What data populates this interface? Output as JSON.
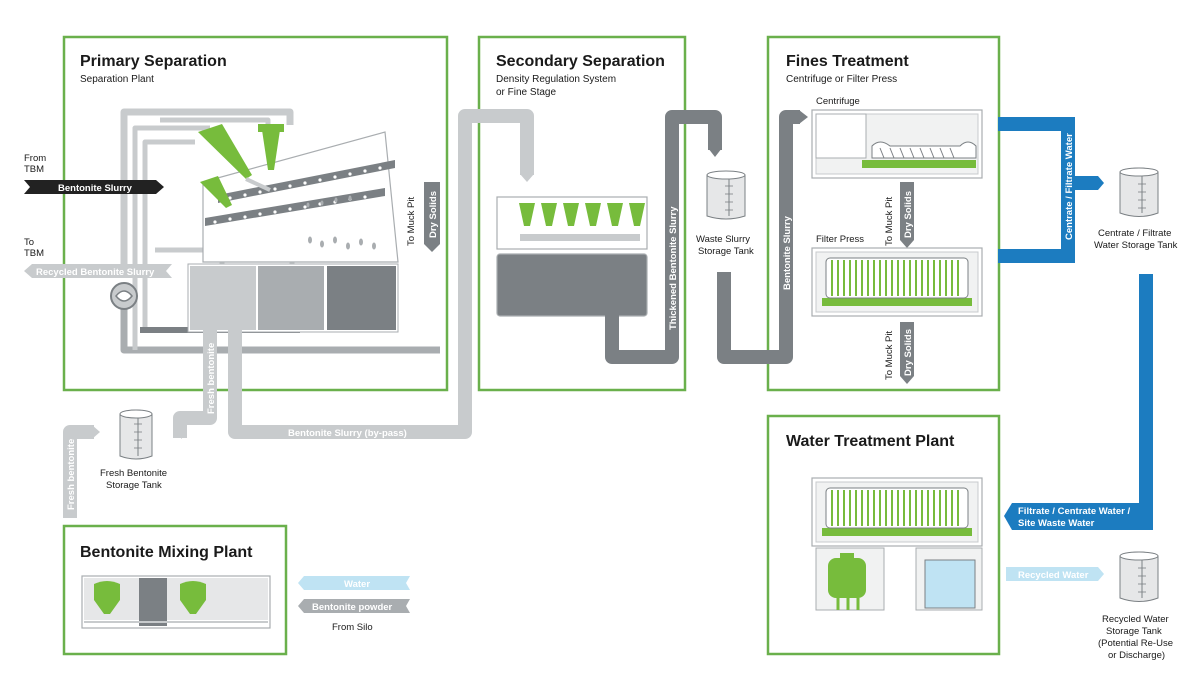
{
  "colors": {
    "box_border": "#6ab04c",
    "green": "#77bc3c",
    "pipe_light": "#c8cbcd",
    "pipe_mid": "#a9adb0",
    "pipe_dark": "#7b8084",
    "blue": "#1c7cc0",
    "light_blue": "#bfe3f3",
    "black_arrow": "#222222"
  },
  "sections": {
    "primary": {
      "title": "Primary Separation",
      "subtitle": "Separation Plant"
    },
    "secondary": {
      "title": "Secondary Separation",
      "subtitle_line1": "Density Regulation System",
      "subtitle_line2": "or Fine Stage"
    },
    "fines": {
      "title": "Fines Treatment",
      "subtitle": "Centrifuge or Filter Press",
      "centrifuge": "Centrifuge",
      "filter_press": "Filter Press"
    },
    "water": {
      "title": "Water Treatment Plant"
    },
    "mixing": {
      "title": "Bentonite Mixing Plant"
    }
  },
  "labels": {
    "from_tbm_1": "From",
    "from_tbm_2": "TBM",
    "to_tbm_1": "To",
    "to_tbm_2": "TBM",
    "bentonite_slurry": "Bentonite Slurry",
    "recycled_bentonite_slurry": "Recycled Bentonite Slurry",
    "to_muck_pit": "To Muck Pit",
    "dry_solids": "Dry Solids",
    "fresh_bentonite": "Fresh bentonite",
    "bentonite_slurry_bypass": "Bentonite Slurry (by-pass)",
    "thickened_bentonite_slurry": "Thickened Bentonite Slurry",
    "waste_slurry_1": "Waste Slurry",
    "waste_slurry_2": "Storage Tank",
    "bentonite_slurry_vertical": "Bentonite Slurry",
    "centrate_filtrate_water": "Centrate / Filtrate Water",
    "centrate_tank_1": "Centrate / Filtrate",
    "centrate_tank_2": "Water Storage Tank",
    "fresh_tank_1": "Fresh Bentonite",
    "fresh_tank_2": "Storage Tank",
    "filtrate_centrate_1": "Filtrate / Centrate Water /",
    "filtrate_centrate_2": "Site Waste Water",
    "recycled_water": "Recycled Water",
    "recycled_tank_1": "Recycled Water",
    "recycled_tank_2": "Storage Tank",
    "recycled_tank_3": "(Potential Re-Use",
    "recycled_tank_4": "or Discharge)",
    "water": "Water",
    "bentonite_powder": "Bentonite powder",
    "from_silo": "From Silo"
  }
}
